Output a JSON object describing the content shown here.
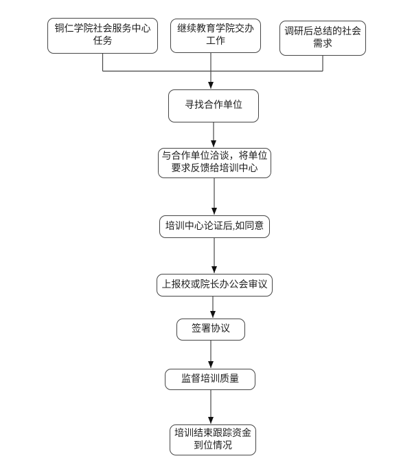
{
  "theme": {
    "line_color": "#454545",
    "arrow_color": "#111111",
    "text_color": "#1c1c1c",
    "box_fill": "#ffffff",
    "background": "#ffffff"
  },
  "flowchart": {
    "nodes": [
      {
        "id": "source-service-center-tasks",
        "label": "铜仁学院社会服务中心\n任务"
      },
      {
        "id": "source-college-assigned-work",
        "label": "继续教育学院交办\n工作"
      },
      {
        "id": "source-social-needs",
        "label": "调研后总结的社会\n需求"
      },
      {
        "id": "find-partners",
        "label": "寻找合作单位"
      },
      {
        "id": "negotiate-feedback",
        "label": "与合作单位洽谈，将单位\n要求反馈给培训中心"
      },
      {
        "id": "center-approval",
        "label": "培训中心论证后,如同意"
      },
      {
        "id": "report-office-meeting",
        "label": "上报校或院长办公会审议"
      },
      {
        "id": "sign-agreement",
        "label": "签署协议"
      },
      {
        "id": "supervise-quality",
        "label": "监督培训质量"
      },
      {
        "id": "track-funds",
        "label": "培训结束跟踪资金\n到位情况"
      }
    ],
    "edges": [
      {
        "from": "source-service-center-tasks",
        "to": "find-partners"
      },
      {
        "from": "source-college-assigned-work",
        "to": "find-partners"
      },
      {
        "from": "source-social-needs",
        "to": "find-partners"
      },
      {
        "from": "find-partners",
        "to": "negotiate-feedback"
      },
      {
        "from": "negotiate-feedback",
        "to": "center-approval"
      },
      {
        "from": "center-approval",
        "to": "report-office-meeting"
      },
      {
        "from": "report-office-meeting",
        "to": "sign-agreement"
      },
      {
        "from": "sign-agreement",
        "to": "supervise-quality"
      },
      {
        "from": "supervise-quality",
        "to": "track-funds"
      }
    ]
  }
}
